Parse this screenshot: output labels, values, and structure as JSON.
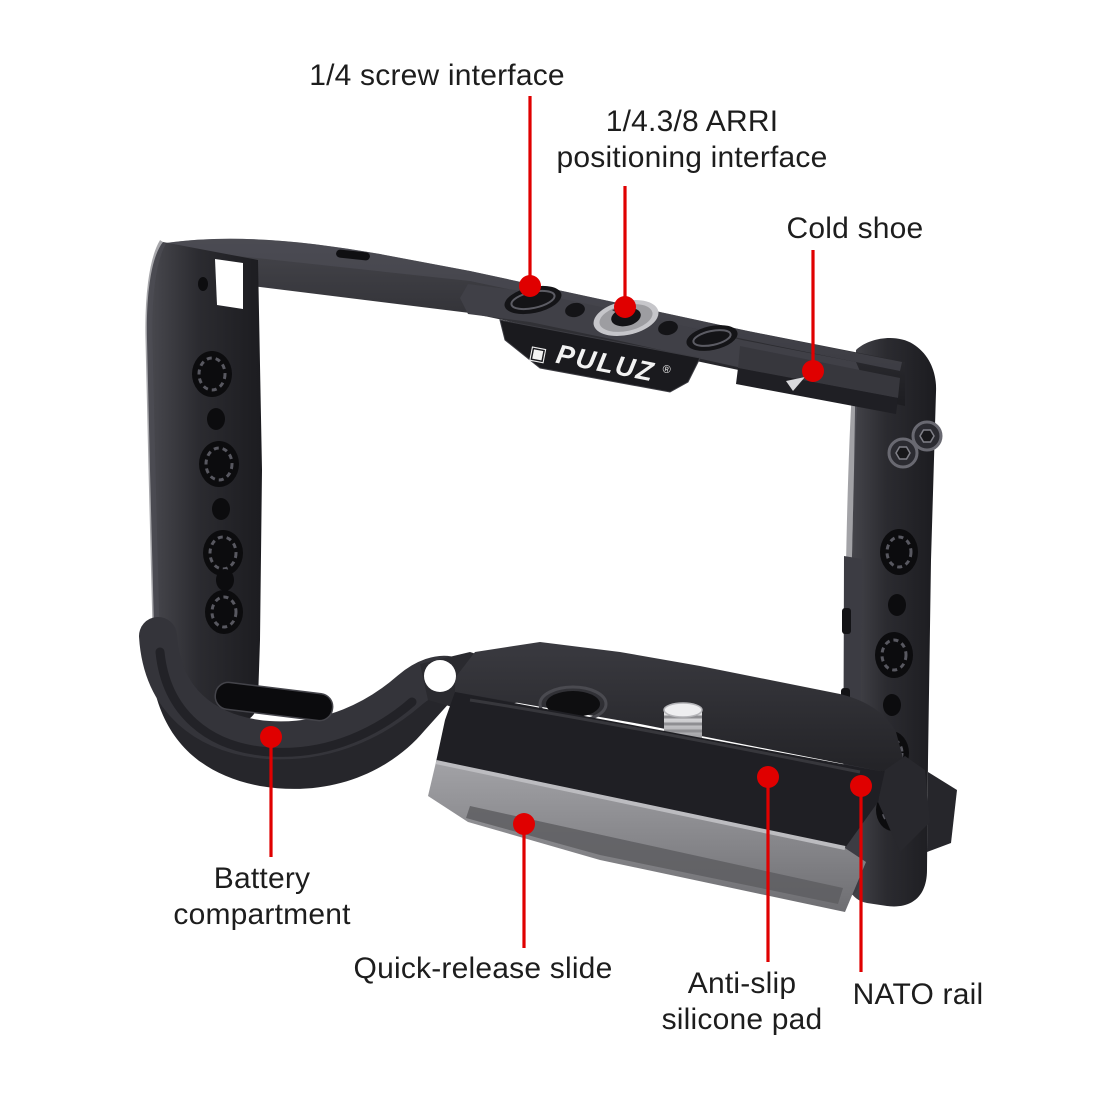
{
  "page": {
    "background_color": "#ffffff"
  },
  "product": {
    "brand": {
      "mark": "▣",
      "name": "PULUZ",
      "registered": "®"
    }
  },
  "colors": {
    "accent_red": "#e00000",
    "label_text": "#1d1d1d",
    "cage_dark": "#232327",
    "cage_mid": "#3a3a40",
    "cage_highlight": "#4a4a52",
    "quick_release_slide_gray": "#8d8d91",
    "screw_silver": "#d9d9db",
    "logo_white": "#f2f2f2"
  },
  "annotations": {
    "screw_interface": {
      "label": "1/4 screw interface"
    },
    "arri_interface": {
      "line1": "1/4.3/8 ARRI",
      "line2": "positioning interface"
    },
    "cold_shoe": {
      "label": "Cold shoe"
    },
    "battery_compartment": {
      "line1": "Battery",
      "line2": "compartment"
    },
    "quick_release_slide": {
      "label": "Quick-release slide"
    },
    "anti_slip_pad": {
      "line1": "Anti-slip",
      "line2": "silicone pad"
    },
    "nato_rail": {
      "label": "NATO rail"
    }
  }
}
